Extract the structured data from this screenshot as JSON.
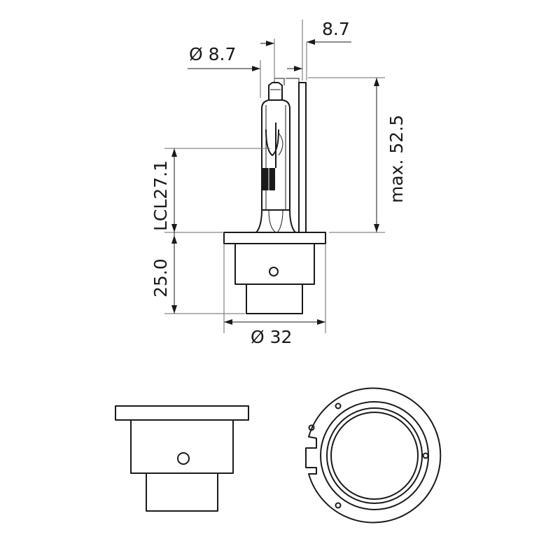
{
  "dimensions": {
    "diameter_bulb": "Ø 8.7",
    "width_wire": "8.7",
    "max_length": "max. 52.5",
    "lcl": "LCL27.1",
    "base_height": "25.0",
    "diameter_base": "Ø 32"
  },
  "colors": {
    "line": "#1a1a1a",
    "extension": "#6a6a6a"
  }
}
